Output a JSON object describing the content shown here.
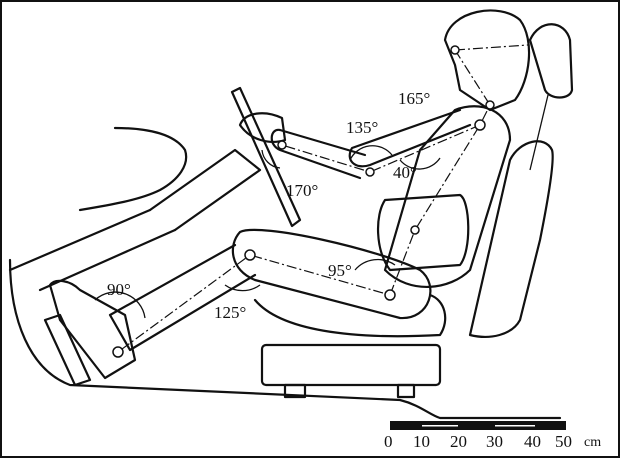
{
  "angles": {
    "neck": "165°",
    "shoulder": "135°",
    "elbow_inner": "40°",
    "elbow": "170°",
    "hip": "95°",
    "ankle": "90°",
    "knee": "125°"
  },
  "scale_bar": {
    "ticks": [
      "0",
      "10",
      "20",
      "30",
      "40",
      "50"
    ],
    "unit": "cm"
  }
}
